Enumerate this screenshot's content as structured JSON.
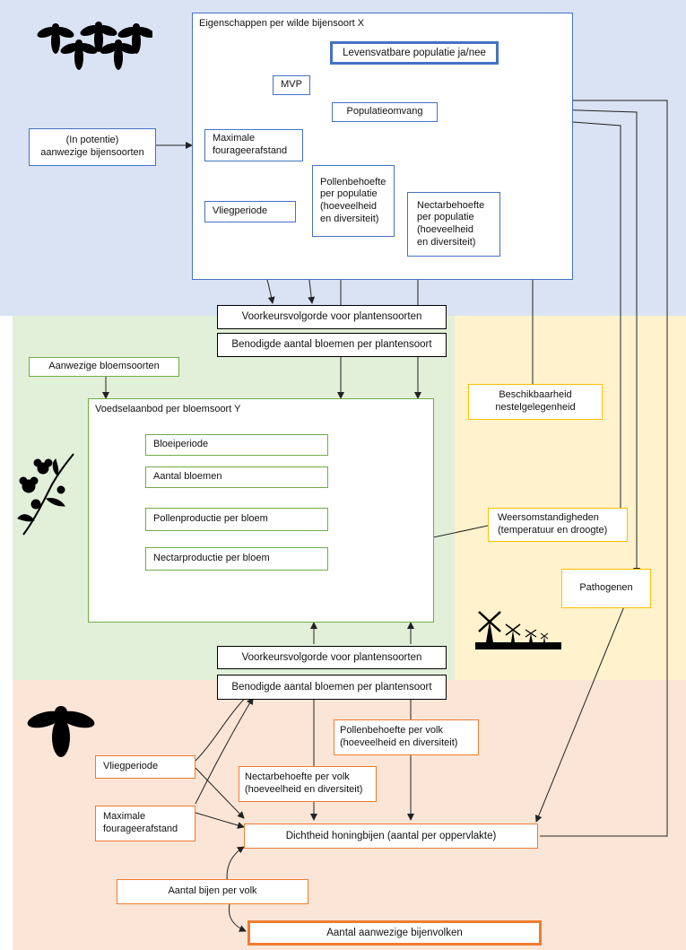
{
  "colors": {
    "zone_wild_bees": "#dae3f3",
    "zone_plants": "#e2efd9",
    "zone_environment": "#fff2cc",
    "zone_honeybees": "#fbe5d6",
    "blue": "#4472c4",
    "green": "#70ad47",
    "yellow": "#ffc000",
    "orange": "#ed7d31"
  },
  "icons": [
    "bees-silhouette-icon",
    "flower-silhouette-icon",
    "windmill-landscape-icon",
    "honeybee-silhouette-icon"
  ],
  "wild_bees": {
    "present_species": "(In potentie)\naanwezige bijensoorten",
    "properties_title": "Eigenschappen per wilde bijensoort X",
    "viable_population": "Levensvatbare populatie ja/nee",
    "mvp": "MVP",
    "population_size": "Populatieomvang",
    "max_foraging_distance": "Maximale\nfourageerafstand",
    "pollen_need": "Pollenbehoefte\nper populatie\n(hoeveelheid\nen diversiteit)",
    "nectar_need": "Nectarbehoefte\nper populatie\n(hoeveelheid\nen diversiteit)",
    "flight_period": "Vliegperiode",
    "preference_order": "Voorkeursvolgorde voor plantensoorten",
    "flowers_needed": "Benodigde aantal bloemen per  plantensoort"
  },
  "plants": {
    "present_flower_species": "Aanwezige bloemsoorten",
    "food_supply_title": "Voedselaanbod per bloemsoort Y",
    "bloom_period": "Bloeiperiode",
    "flower_count": "Aantal bloemen",
    "pollen_production": "Pollenproductie per bloem",
    "nectar_production": "Nectarproductie per bloem"
  },
  "environment": {
    "nesting": "Beschikbaarheid\nnestelgelegenheid",
    "weather": "Weersomstandigheden\n(temperatuur en droogte)",
    "pathogens": "Pathogenen"
  },
  "honeybees": {
    "preference_order": "Voorkeursvolgorde voor plantensoorten",
    "flowers_needed": "Benodigde aantal bloemen per  plantensoort",
    "pollen_need": "Pollenbehoefte per volk\n(hoeveelheid en diversiteit)",
    "nectar_need": "Nectarbehoefte per volk\n(hoeveelheid en diversiteit)",
    "flight_period": "Vliegperiode",
    "max_foraging_distance": "Maximale\nfourageerafstand",
    "density": "Dichtheid honingbijen (aantal per oppervlakte)",
    "bees_per_colony": "Aantal bijen per volk",
    "colonies_present": "Aantal aanwezige bijenvolken"
  }
}
